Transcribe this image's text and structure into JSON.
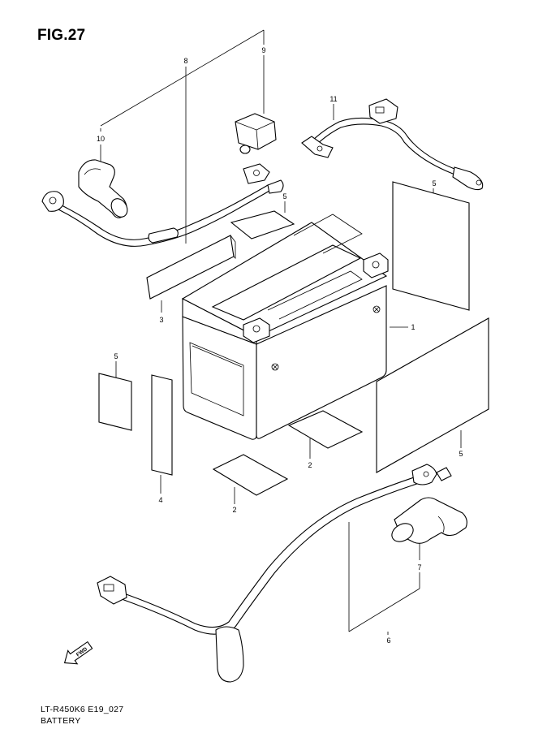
{
  "figure": {
    "title": "FIG.27",
    "model_code": "LT-R450K6 E19_027",
    "caption": "BATTERY"
  },
  "callouts": {
    "c1": "1",
    "c2a": "2",
    "c2b": "2",
    "c3": "3",
    "c4": "4",
    "c5a": "5",
    "c5b": "5",
    "c5c": "5",
    "c5d": "5",
    "c6": "6",
    "c7": "7",
    "c8": "8",
    "c9": "9",
    "c10": "10",
    "c11": "11"
  },
  "direction_marker": {
    "label": "FWD",
    "icon": "forward-arrow-icon"
  }
}
